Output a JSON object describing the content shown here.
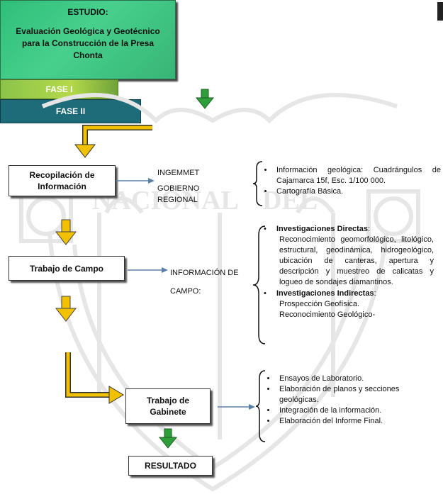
{
  "estudio": {
    "heading": "ESTUDIO:",
    "title": "Evaluación Geológica y Geotécnico para la Construcción de la Presa Chonta"
  },
  "fase1": {
    "label": "FASE I"
  },
  "fase2": {
    "label": "FASE II"
  },
  "recopilacion": {
    "label": "Recopilación de Información",
    "sources": [
      "INGEMMET",
      "GOBIERNO REGIONAL"
    ],
    "items": [
      "Información geológica: Cuadrángulos de Cajamarca 15f, Esc. 1/100 000.",
      "Cartografía Básica."
    ]
  },
  "campo": {
    "label": "Trabajo de Campo",
    "source": "INFORMACIÓN DE CAMPO:",
    "directas_title": "Investigaciones Directas",
    "directas_text": "Reconocimiento geomorfológico, litológico, estructural, geodinámica, hidrogeológico, ubicación de canteras, apertura y descripción y muestreo de calicatas y logueo de sondajes diamantinos.",
    "indirectas_title": "Investigaciones Indirectas",
    "indirectas_lines": [
      "Prospección Geofísica.",
      "Reconocimiento Geológico-"
    ]
  },
  "gabinete": {
    "label": "Trabajo de Gabinete",
    "items": [
      "Ensayos de Laboratorio.",
      "Elaboración de planos y secciones geológicas.",
      "Integración de la información.",
      "Elaboración del Informe Final."
    ]
  },
  "resultado": {
    "label": "RESULTADO"
  },
  "colors": {
    "estudio_fill": "#3cc47f",
    "fase1_fill": "#8bc34a",
    "fase2_fill": "#1e6b7a",
    "down_arrow_green": "#2e9e3a",
    "yellow_arrow": "#f2c200",
    "connector_blue": "#5a7fa8"
  }
}
